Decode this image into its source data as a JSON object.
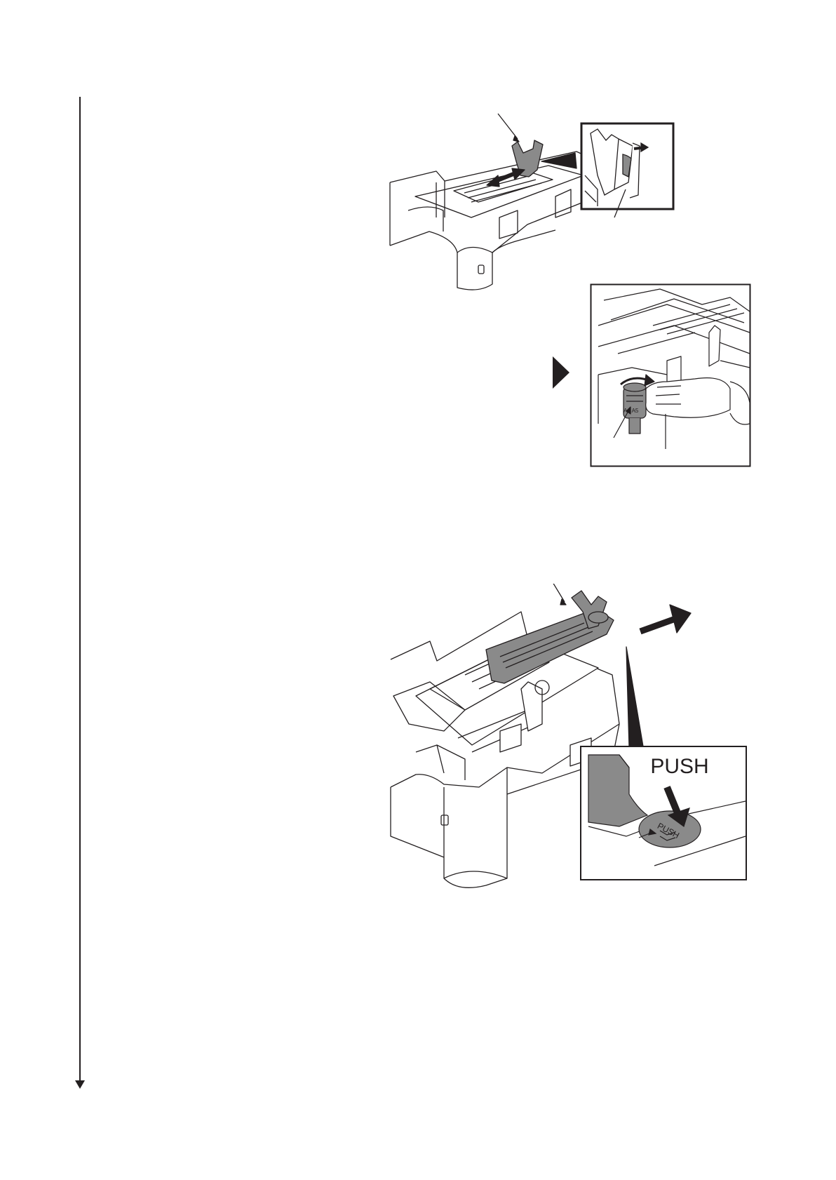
{
  "page": {
    "background": "#ffffff",
    "ink": "#231f20",
    "part_fill": "#8a8a8a"
  },
  "figures": {
    "tray_adjust": {
      "icon": "paper-tray-guide-adjust",
      "detail_icon": "guide-lock-lever-detail"
    },
    "size_dial": {
      "icon": "paper-size-dial-hand",
      "dial_text": "A4 A5"
    },
    "length_guide": {
      "icon": "paper-length-guide-extend",
      "push_callout": "PUSH",
      "push_button_text": "PUSH"
    }
  }
}
